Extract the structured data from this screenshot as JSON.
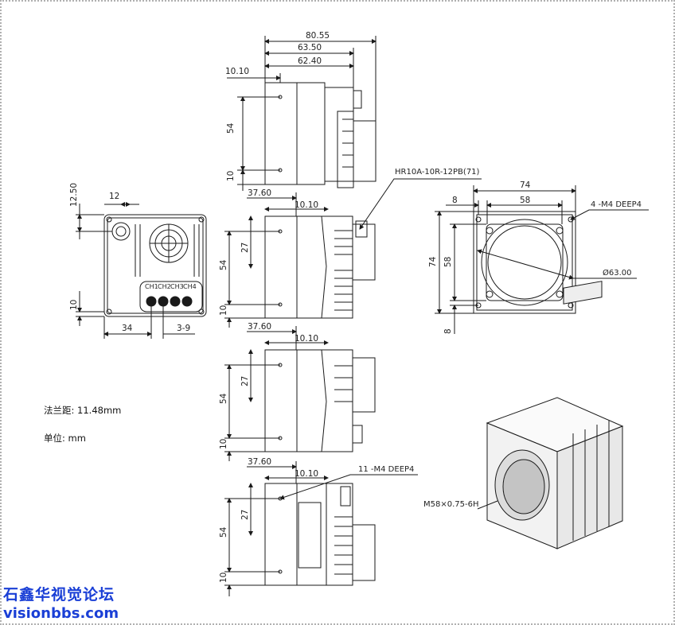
{
  "dims": {
    "top_80_55": "80.55",
    "top_63_50": "63.50",
    "top_62_40": "62.40",
    "top_10_10": "10.10",
    "top_54": "54",
    "top_10": "10",
    "rear_12_50": "12.50",
    "rear_12": "12",
    "rear_10": "10",
    "rear_34": "34",
    "rear_3_9": "3-9",
    "side1_37_60": "37.60",
    "side1_10_10": "10.10",
    "side1_27": "27",
    "side1_54": "54",
    "side1_10": "10",
    "side2_37_60": "37.60",
    "side2_10_10": "10.10",
    "side2_27": "27",
    "side2_54": "54",
    "side2_10": "10",
    "side3_37_60": "37.60",
    "side3_10_10": "10.10",
    "side3_27": "27",
    "side3_54": "54",
    "side3_10": "10",
    "front_74_w": "74",
    "front_58_w": "58",
    "front_8_w": "8",
    "front_74_h": "74",
    "front_58_h": "58",
    "front_8_h": "8"
  },
  "callouts": {
    "connector": "HR10A-10R-12PB(71)",
    "front_holes": "4 -M4 DEEP4",
    "lens_dia": "Ø63.00",
    "side_holes": "11 -M4 DEEP4",
    "mount_thread": "M58×0.75-6H"
  },
  "channels": [
    "CH1",
    "CH2",
    "CH3",
    "CH4"
  ],
  "notes": {
    "flange": "法兰距: 11.48mm",
    "unit": "单位: mm"
  },
  "watermark": {
    "forum": "石鑫华视觉论坛",
    "url": "visionbbs.com"
  },
  "colors": {
    "line": "#1a1a1a",
    "watermark": "#1a3fd6",
    "border": "#b0b0b0"
  }
}
